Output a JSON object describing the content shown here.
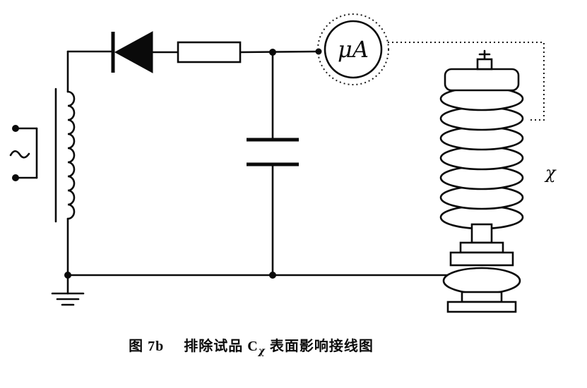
{
  "page": {
    "background": "#ffffff",
    "ink": "#0a0a0a"
  },
  "diagram": {
    "meter_label": "μA",
    "specimen_label": "χ"
  },
  "caption": {
    "figure_no": "图 7b",
    "pre": "排除试品 C",
    "sub": "χ",
    "post": " 表面影响接线图"
  }
}
